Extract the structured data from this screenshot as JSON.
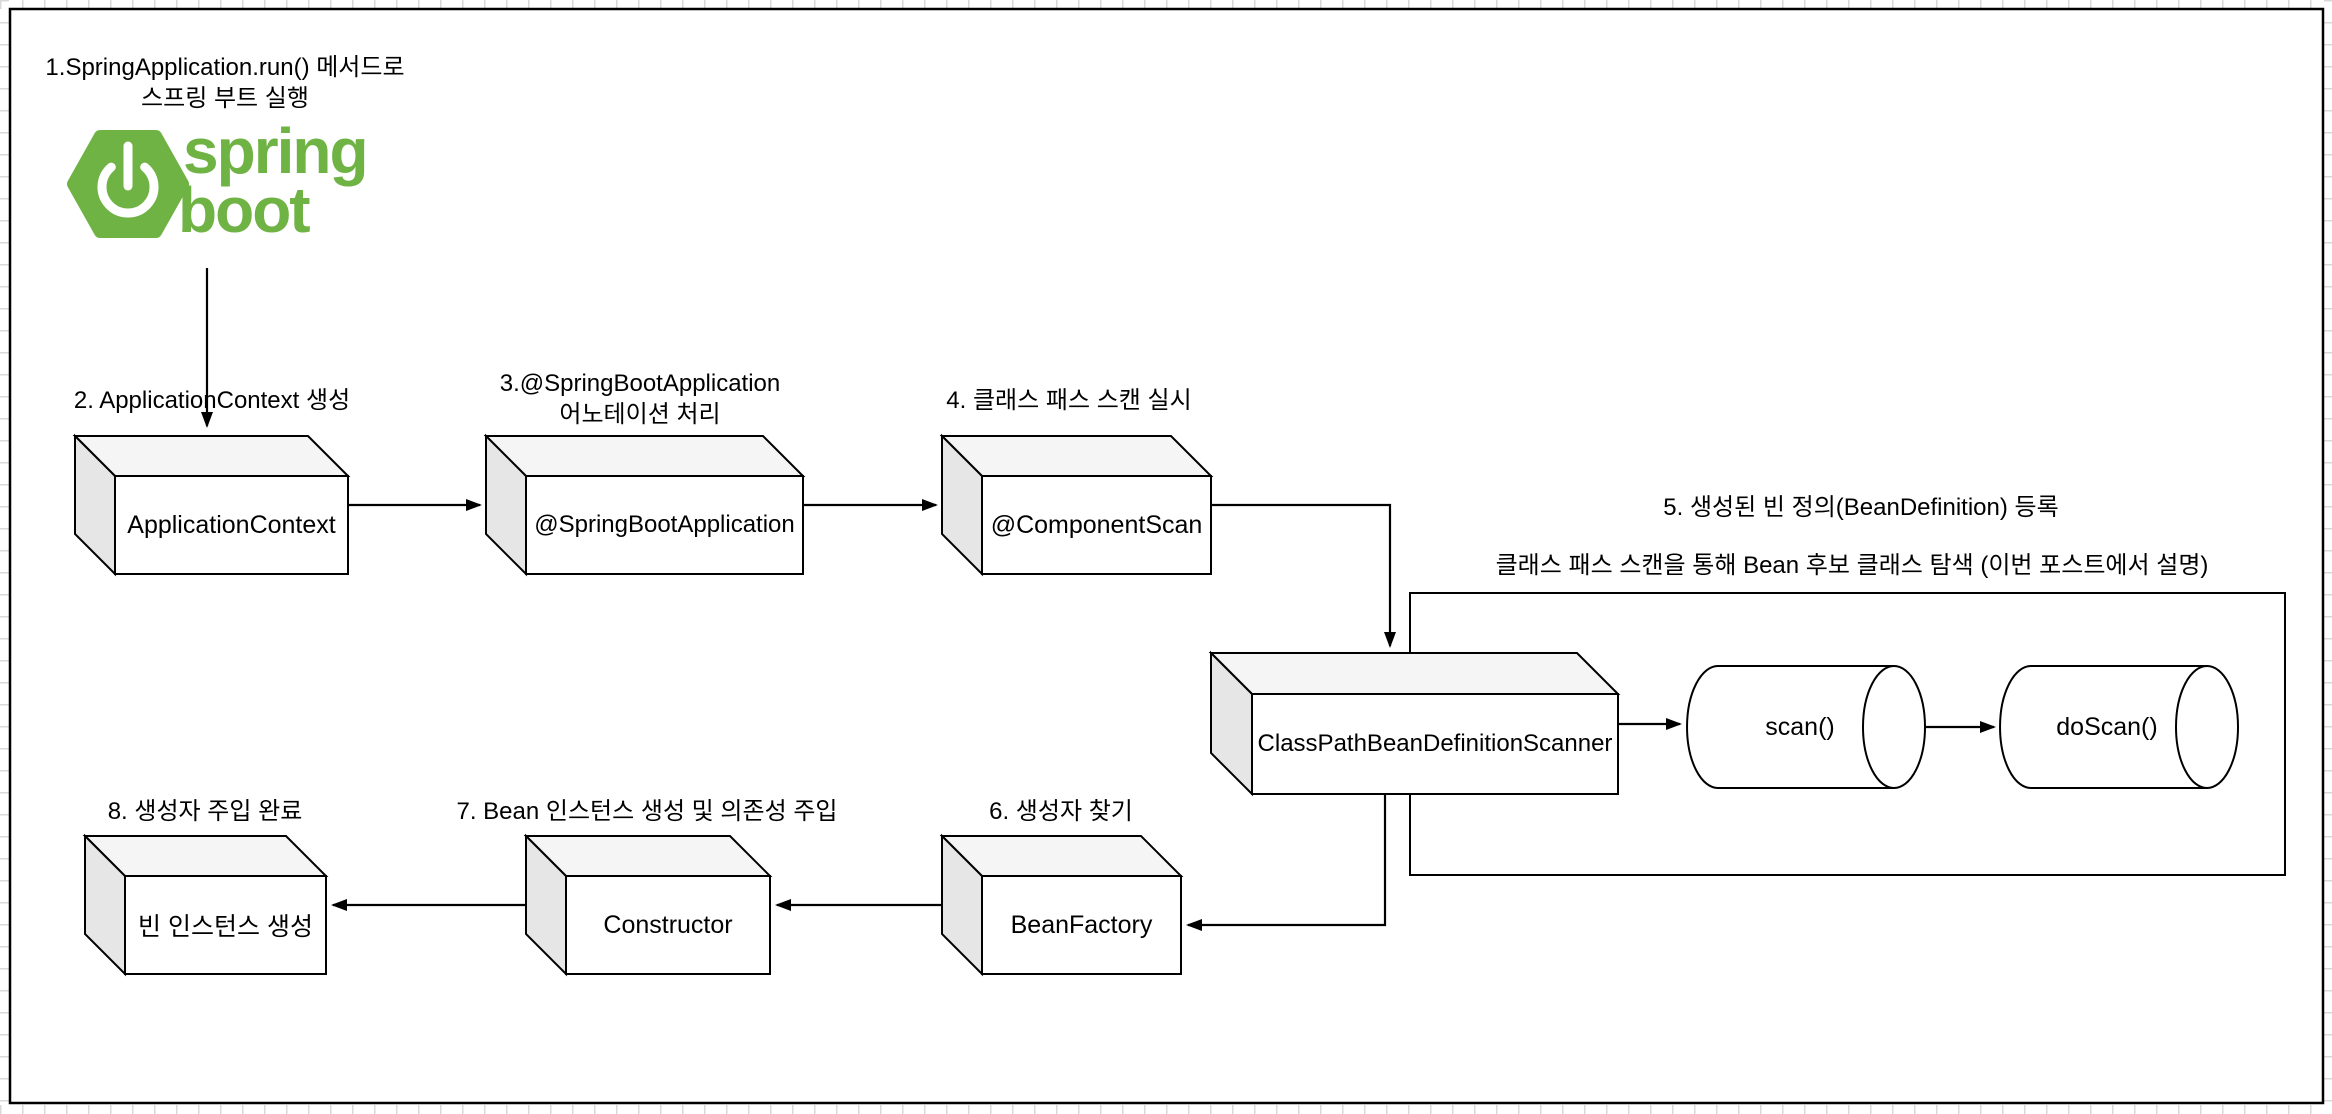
{
  "colors": {
    "spring_green": "#6FB344",
    "cube_top": "#f5f5f5",
    "cube_side": "#e6e6e6",
    "stroke": "#000000",
    "grid": "#d8d8d8"
  },
  "logo": {
    "brand_line1": "spring",
    "brand_line2": "boot"
  },
  "steps": {
    "step1": {
      "line1": "1.SpringApplication.run() 메서드로",
      "line2": "스프링 부트 실행"
    },
    "step2": {
      "label": "2. ApplicationContext 생성"
    },
    "step3": {
      "line1": "3.@SpringBootApplication",
      "line2": "어노테이션 처리"
    },
    "step4": {
      "label": "4. 클래스 패스 스캔 실시"
    },
    "step5": {
      "line1": "5. 생성된 빈 정의(BeanDefinition) 등록",
      "line2": "클래스 패스 스캔을 통해 Bean 후보 클래스 탐색 (이번 포스트에서 설명)"
    },
    "step6": {
      "label": "6. 생성자 찾기"
    },
    "step7": {
      "label": "7. Bean 인스턴스 생성 및 의존성 주입"
    },
    "step8": {
      "label": "8. 생성자 주입 완료"
    }
  },
  "nodes": {
    "application_context": {
      "label": "ApplicationContext"
    },
    "spring_boot_application": {
      "label": "@SpringBootApplication"
    },
    "component_scan": {
      "label": "@ComponentScan"
    },
    "scanner": {
      "label": "ClassPathBeanDefinitionScanner"
    },
    "scan": {
      "label": "scan()"
    },
    "do_scan": {
      "label": "doScan()"
    },
    "bean_factory": {
      "label": "BeanFactory"
    },
    "constructor": {
      "label": "Constructor"
    },
    "bean_instance": {
      "label": "빈 인스턴스 생성"
    }
  }
}
